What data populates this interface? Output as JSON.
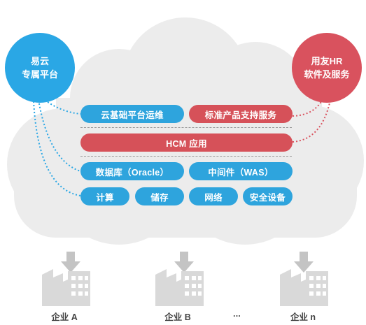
{
  "platform_left": "易云\n专属平台",
  "platform_right": "用友HR\n软件及服务",
  "row1": {
    "left": "云基础平台运维",
    "right": "标准产品支持服务"
  },
  "row2": {
    "main": "HCM 应用"
  },
  "row3": {
    "left": "数据库（Oracle）",
    "right": "中间件（WAS）"
  },
  "row4": [
    "计算",
    "储存",
    "网络",
    "安全设备"
  ],
  "companies": [
    "企业 A",
    "企业 B",
    "企业 n"
  ],
  "ellipsis": "...",
  "colors": {
    "blue": "#2ea4dd",
    "red": "#d65159",
    "cloud": "#eeeeee",
    "building": "#d9d9d9"
  },
  "icons": [
    "cloud-shape",
    "down-arrow-icon",
    "building-icon"
  ]
}
